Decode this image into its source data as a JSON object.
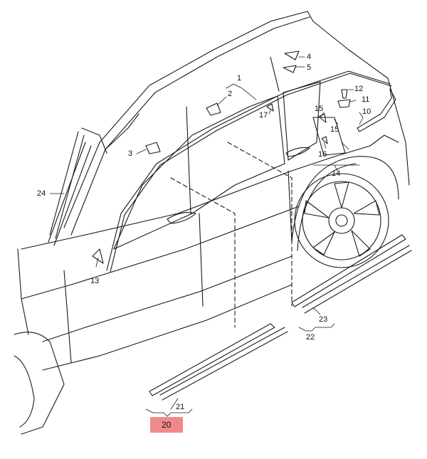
{
  "diagram": {
    "highlight_color": "#f08a8a",
    "callouts": [
      {
        "id": "c1",
        "text": "1"
      },
      {
        "id": "c2",
        "text": "2"
      },
      {
        "id": "c3",
        "text": "3"
      },
      {
        "id": "c4",
        "text": "4"
      },
      {
        "id": "c5",
        "text": "5"
      },
      {
        "id": "c10",
        "text": "10"
      },
      {
        "id": "c11",
        "text": "11"
      },
      {
        "id": "c12",
        "text": "12"
      },
      {
        "id": "c13",
        "text": "13"
      },
      {
        "id": "c14",
        "text": "14"
      },
      {
        "id": "c15a",
        "text": "15"
      },
      {
        "id": "c15b",
        "text": "15"
      },
      {
        "id": "c16",
        "text": "16"
      },
      {
        "id": "c17",
        "text": "17"
      },
      {
        "id": "c20",
        "text": "20"
      },
      {
        "id": "c21",
        "text": "21"
      },
      {
        "id": "c22",
        "text": "22"
      },
      {
        "id": "c23",
        "text": "23"
      },
      {
        "id": "c24",
        "text": "24"
      }
    ]
  }
}
